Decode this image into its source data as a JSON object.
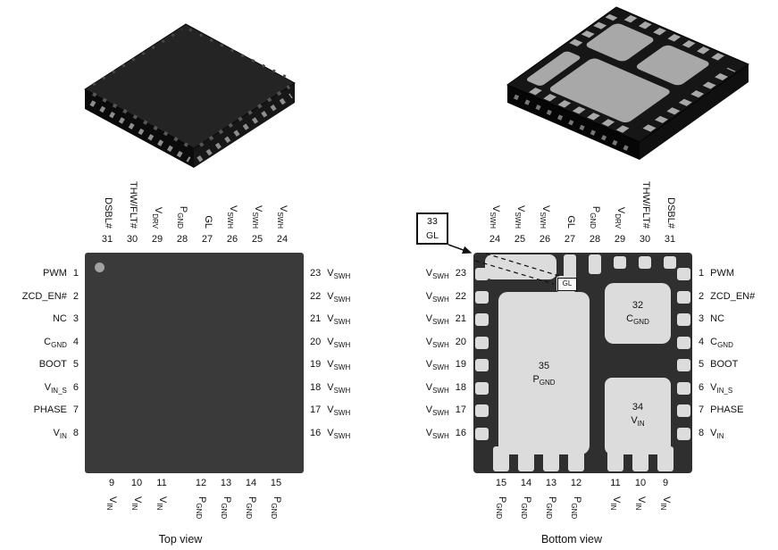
{
  "colors": {
    "chip": "#2f2f30",
    "chiptop": "#3a3a3b",
    "pad": "#dcdcdc",
    "ink": "#111111"
  },
  "captions": {
    "top": "Top view",
    "bottom": "Bottom view"
  },
  "callout": {
    "num": "33",
    "label": "GL"
  },
  "pads": {
    "p35": {
      "num": "35",
      "base": "P",
      "sub": "GND"
    },
    "p34": {
      "num": "34",
      "base": "V",
      "sub": "IN"
    },
    "p32": {
      "num": "32",
      "base": "C",
      "sub": "GND"
    },
    "gl": {
      "label": "GL"
    }
  },
  "top_view": {
    "top": [
      {
        "num": "31",
        "base": "DSBL#",
        "sub": ""
      },
      {
        "num": "30",
        "base": "THW/FLT#",
        "sub": ""
      },
      {
        "num": "29",
        "base": "V",
        "sub": "DRV"
      },
      {
        "num": "28",
        "base": "P",
        "sub": "GND"
      },
      {
        "num": "27",
        "base": "GL",
        "sub": ""
      },
      {
        "num": "26",
        "base": "V",
        "sub": "SWH"
      },
      {
        "num": "25",
        "base": "V",
        "sub": "SWH"
      },
      {
        "num": "24",
        "base": "V",
        "sub": "SWH"
      }
    ],
    "left": [
      {
        "num": "1",
        "base": "PWM",
        "sub": ""
      },
      {
        "num": "2",
        "base": "ZCD_EN#",
        "sub": ""
      },
      {
        "num": "3",
        "base": "NC",
        "sub": ""
      },
      {
        "num": "4",
        "base": "C",
        "sub": "GND"
      },
      {
        "num": "5",
        "base": "BOOT",
        "sub": ""
      },
      {
        "num": "6",
        "base": "V",
        "sub": "IN_S"
      },
      {
        "num": "7",
        "base": "PHASE",
        "sub": ""
      },
      {
        "num": "8",
        "base": "V",
        "sub": "IN"
      }
    ],
    "right": [
      {
        "num": "23",
        "base": "V",
        "sub": "SWH"
      },
      {
        "num": "22",
        "base": "V",
        "sub": "SWH"
      },
      {
        "num": "21",
        "base": "V",
        "sub": "SWH"
      },
      {
        "num": "20",
        "base": "V",
        "sub": "SWH"
      },
      {
        "num": "19",
        "base": "V",
        "sub": "SWH"
      },
      {
        "num": "18",
        "base": "V",
        "sub": "SWH"
      },
      {
        "num": "17",
        "base": "V",
        "sub": "SWH"
      },
      {
        "num": "16",
        "base": "V",
        "sub": "SWH"
      }
    ],
    "bottom": [
      {
        "num": "9",
        "base": "V",
        "sub": "IN"
      },
      {
        "num": "10",
        "base": "V",
        "sub": "IN"
      },
      {
        "num": "11",
        "base": "V",
        "sub": "IN"
      },
      {
        "num": "12",
        "base": "P",
        "sub": "GND"
      },
      {
        "num": "13",
        "base": "P",
        "sub": "GND"
      },
      {
        "num": "14",
        "base": "P",
        "sub": "GND"
      },
      {
        "num": "15",
        "base": "P",
        "sub": "GND"
      }
    ]
  },
  "bottom_view": {
    "top": [
      {
        "num": "24",
        "base": "V",
        "sub": "SWH"
      },
      {
        "num": "25",
        "base": "V",
        "sub": "SWH"
      },
      {
        "num": "26",
        "base": "V",
        "sub": "SWH"
      },
      {
        "num": "27",
        "base": "GL",
        "sub": ""
      },
      {
        "num": "28",
        "base": "P",
        "sub": "GND"
      },
      {
        "num": "29",
        "base": "V",
        "sub": "DRV"
      },
      {
        "num": "30",
        "base": "THW/FLT#",
        "sub": ""
      },
      {
        "num": "31",
        "base": "DSBL#",
        "sub": ""
      }
    ],
    "left": [
      {
        "num": "23",
        "base": "V",
        "sub": "SWH"
      },
      {
        "num": "22",
        "base": "V",
        "sub": "SWH"
      },
      {
        "num": "21",
        "base": "V",
        "sub": "SWH"
      },
      {
        "num": "20",
        "base": "V",
        "sub": "SWH"
      },
      {
        "num": "19",
        "base": "V",
        "sub": "SWH"
      },
      {
        "num": "18",
        "base": "V",
        "sub": "SWH"
      },
      {
        "num": "17",
        "base": "V",
        "sub": "SWH"
      },
      {
        "num": "16",
        "base": "V",
        "sub": "SWH"
      }
    ],
    "right": [
      {
        "num": "1",
        "base": "PWM",
        "sub": ""
      },
      {
        "num": "2",
        "base": "ZCD_EN#",
        "sub": ""
      },
      {
        "num": "3",
        "base": "NC",
        "sub": ""
      },
      {
        "num": "4",
        "base": "C",
        "sub": "GND"
      },
      {
        "num": "5",
        "base": "BOOT",
        "sub": ""
      },
      {
        "num": "6",
        "base": "V",
        "sub": "IN_S"
      },
      {
        "num": "7",
        "base": "PHASE",
        "sub": ""
      },
      {
        "num": "8",
        "base": "V",
        "sub": "IN"
      }
    ],
    "bottom": [
      {
        "num": "15",
        "base": "P",
        "sub": "GND"
      },
      {
        "num": "14",
        "base": "P",
        "sub": "GND"
      },
      {
        "num": "13",
        "base": "P",
        "sub": "GND"
      },
      {
        "num": "12",
        "base": "P",
        "sub": "GND"
      },
      {
        "num": "11",
        "base": "V",
        "sub": "IN"
      },
      {
        "num": "10",
        "base": "V",
        "sub": "IN"
      },
      {
        "num": "9",
        "base": "V",
        "sub": "IN"
      }
    ]
  }
}
